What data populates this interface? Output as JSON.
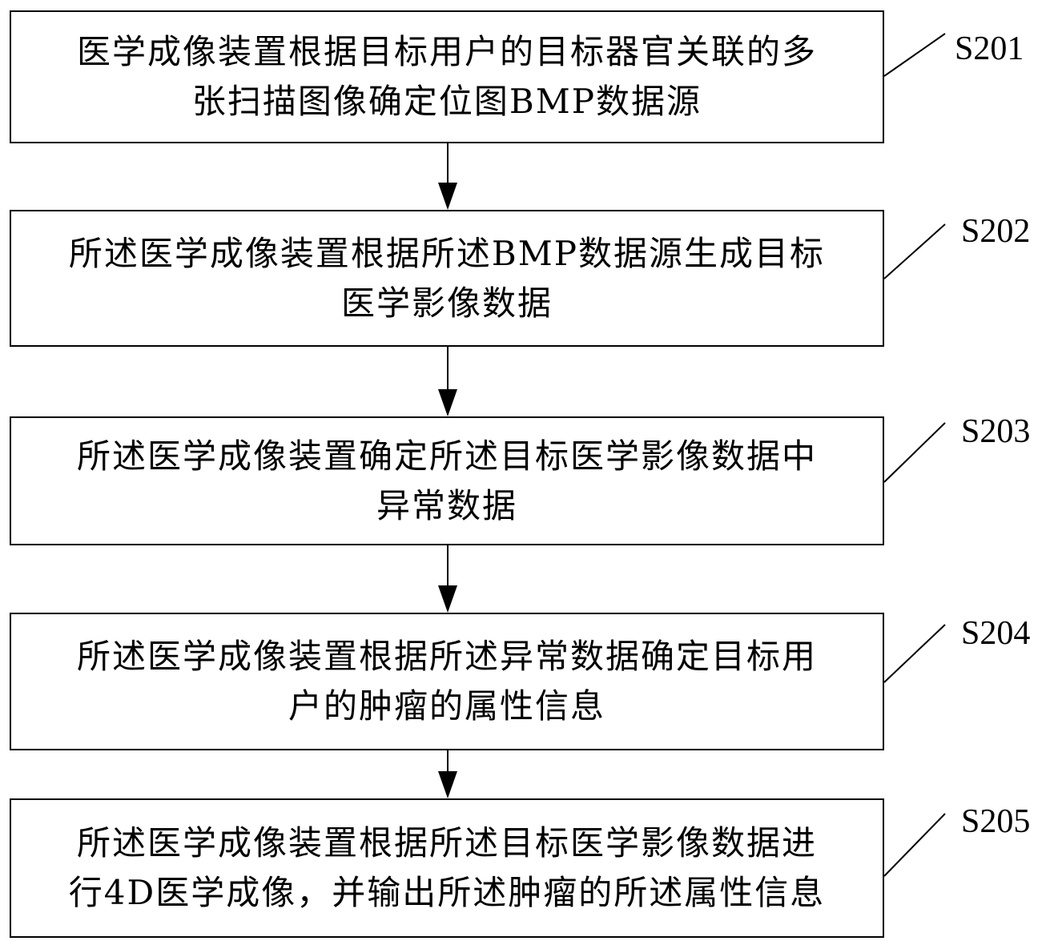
{
  "flowchart": {
    "steps": [
      {
        "id": "S201",
        "label": "S201",
        "text": "医学成像装置根据目标用户的目标器官关联的多\n张扫描图像确定位图BMP数据源"
      },
      {
        "id": "S202",
        "label": "S202",
        "text": "所述医学成像装置根据所述BMP数据源生成目标\n医学影像数据"
      },
      {
        "id": "S203",
        "label": "S203",
        "text": "所述医学成像装置确定所述目标医学影像数据中\n异常数据"
      },
      {
        "id": "S204",
        "label": "S204",
        "text": "所述医学成像装置根据所述异常数据确定目标用\n户的肿瘤的属性信息"
      },
      {
        "id": "S205",
        "label": "S205",
        "text": "所述医学成像装置根据所述目标医学影像数据进\n行4D医学成像，并输出所述肿瘤的所述属性信息"
      }
    ],
    "colors": {
      "line": "#000000",
      "box_fill": "#ffffff",
      "text": "#000000"
    }
  }
}
